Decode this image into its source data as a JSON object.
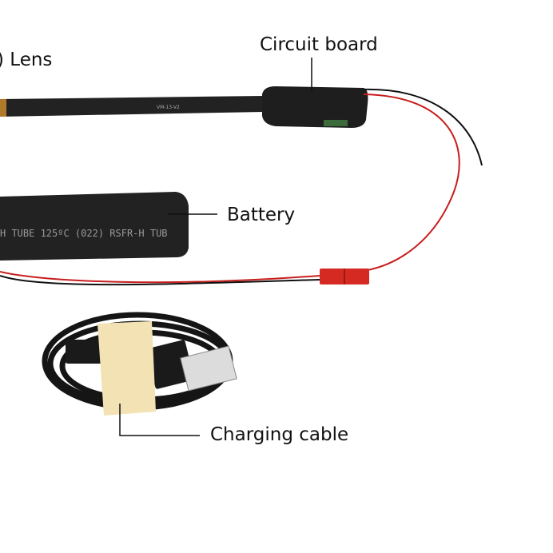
{
  "labels": {
    "lens": ") Lens",
    "circuit_board": "Circuit board",
    "battery": "Battery",
    "charging_cable": "Charging cable"
  },
  "printed": {
    "flex_cable_text": "VM-13-V2",
    "battery_text": "H  TUBE  125ºC  (022)      RSFR-H  TUB"
  },
  "colors": {
    "component_black": "#1e1e1e",
    "red_wire": "#c81e1e",
    "connector_red": "#d42a22",
    "cable_band": "#f2e2b4"
  }
}
